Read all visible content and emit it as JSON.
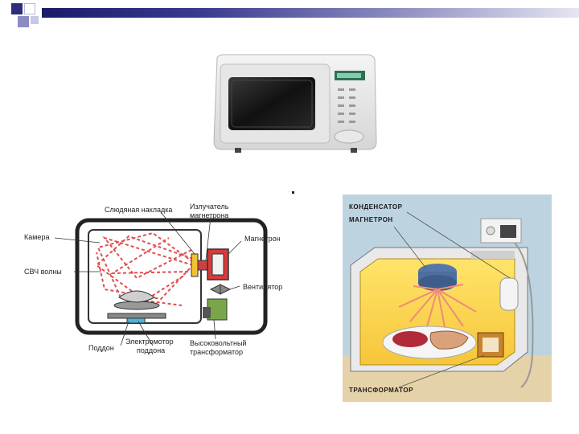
{
  "slide": {
    "accent_color": "#3b3b8f"
  },
  "schematic": {
    "labels": {
      "cover": "Слюдяная накладка",
      "emitter_line1": "Излучатель",
      "emitter_line2": "магнетрона",
      "chamber": "Камера",
      "magnetron": "Магнетрон",
      "microwaves": "СВЧ волны",
      "fan": "Вентилятор",
      "tray": "Поддон",
      "motor_line1": "Электромотор",
      "motor_line2": "поддона",
      "transformer_line1": "Высоковольтный",
      "transformer_line2": "трансформатор"
    }
  },
  "cutaway": {
    "labels": {
      "capacitor": "КОНДЕНСАТОР",
      "magnetron": "МАГНЕТРОН",
      "transformer": "ТРАНСФОРМАТОР"
    }
  }
}
